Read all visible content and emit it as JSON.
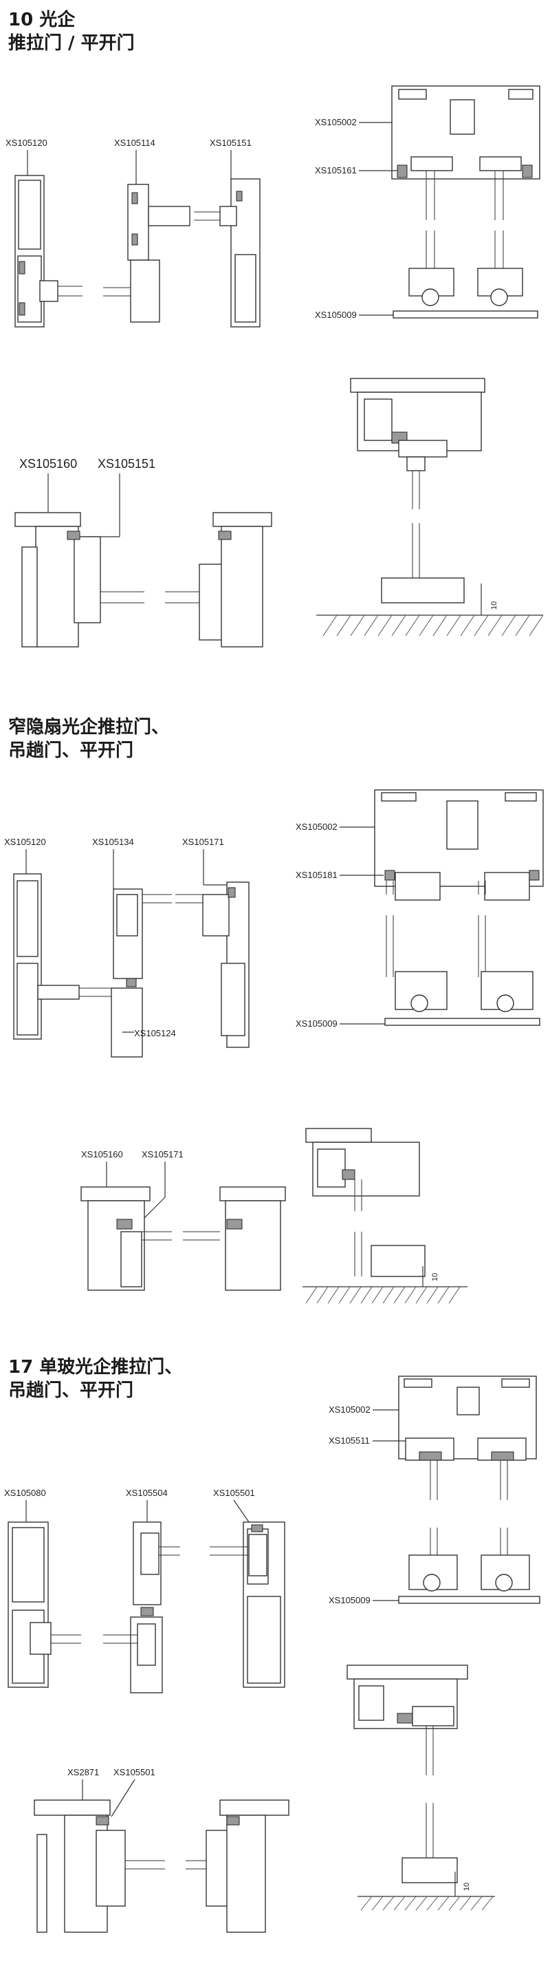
{
  "sections": [
    {
      "title_line1": "10 光企",
      "title_line2": "推拉门 / 平开门",
      "labels": {
        "a": "XS105120",
        "b": "XS105114",
        "c": "XS105151",
        "d": "XS105002",
        "e": "XS105161",
        "f": "XS105009",
        "g": "XS105160",
        "h": "XS105151",
        "dim": "10"
      }
    },
    {
      "title_line1": "窄隐扇光企推拉门、",
      "title_line2": "吊趟门、平开门",
      "labels": {
        "a": "XS105120",
        "b": "XS105134",
        "c": "XS105171",
        "i": "XS105124",
        "d": "XS105002",
        "e": "XS105181",
        "f": "XS105009",
        "g": "XS105160",
        "h": "XS105171",
        "dim": "10"
      }
    },
    {
      "title_line1": "17 单玻光企推拉门、",
      "title_line2": "吊趟门、平开门",
      "labels": {
        "a": "XS105080",
        "b": "XS105504",
        "c": "XS105501",
        "d": "XS105002",
        "e": "XS105511",
        "f": "XS105009",
        "g": "XS2871",
        "h": "XS105501",
        "dim": "10"
      }
    }
  ]
}
